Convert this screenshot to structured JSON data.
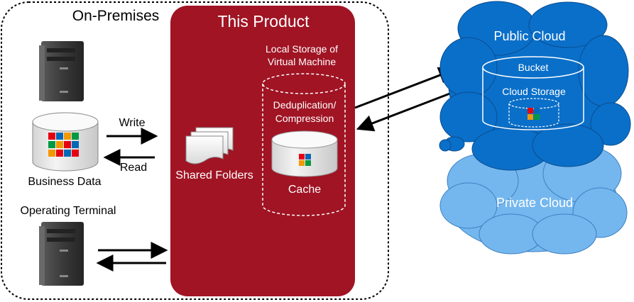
{
  "on_premises": {
    "title": "On-Premises"
  },
  "business_data": {
    "label": "Business Data"
  },
  "operating_terminal": {
    "label": "Operating Terminal"
  },
  "flows": {
    "write": "Write",
    "read": "Read"
  },
  "product": {
    "title": "This Product",
    "local_storage_line1": "Local Storage of",
    "local_storage_line2": "Virtual Machine",
    "dedup_line1": "Deduplication/",
    "dedup_line2": "Compression",
    "cache": "Cache",
    "shared_folders": "Shared Folders"
  },
  "public_cloud": {
    "title": "Public Cloud",
    "bucket": "Bucket",
    "cloud_storage": "Cloud Storage"
  },
  "private_cloud": {
    "title": "Private Cloud"
  },
  "colors": {
    "product_red": "#a01424",
    "public_cloud_blue": "#0a6fc9",
    "private_cloud_blue": "#74b7ef"
  }
}
